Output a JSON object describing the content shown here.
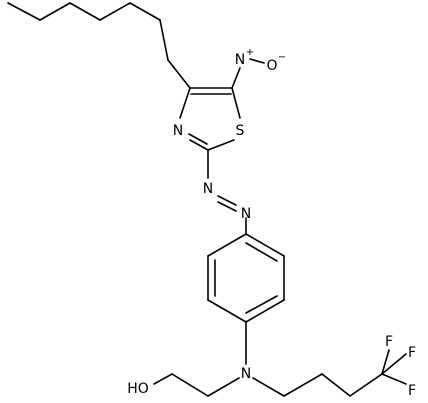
{
  "atoms": {
    "nitro_n": "N",
    "nitro_plus": "+",
    "nitro_o": "O",
    "nitro_minus": "−",
    "thiazole_s": "S",
    "thiazole_n": "N",
    "azo_n1": "N",
    "azo_n2": "N",
    "amine_n": "N",
    "hydroxyl": "HO",
    "f1": "F",
    "f2": "F",
    "f3": "F"
  }
}
